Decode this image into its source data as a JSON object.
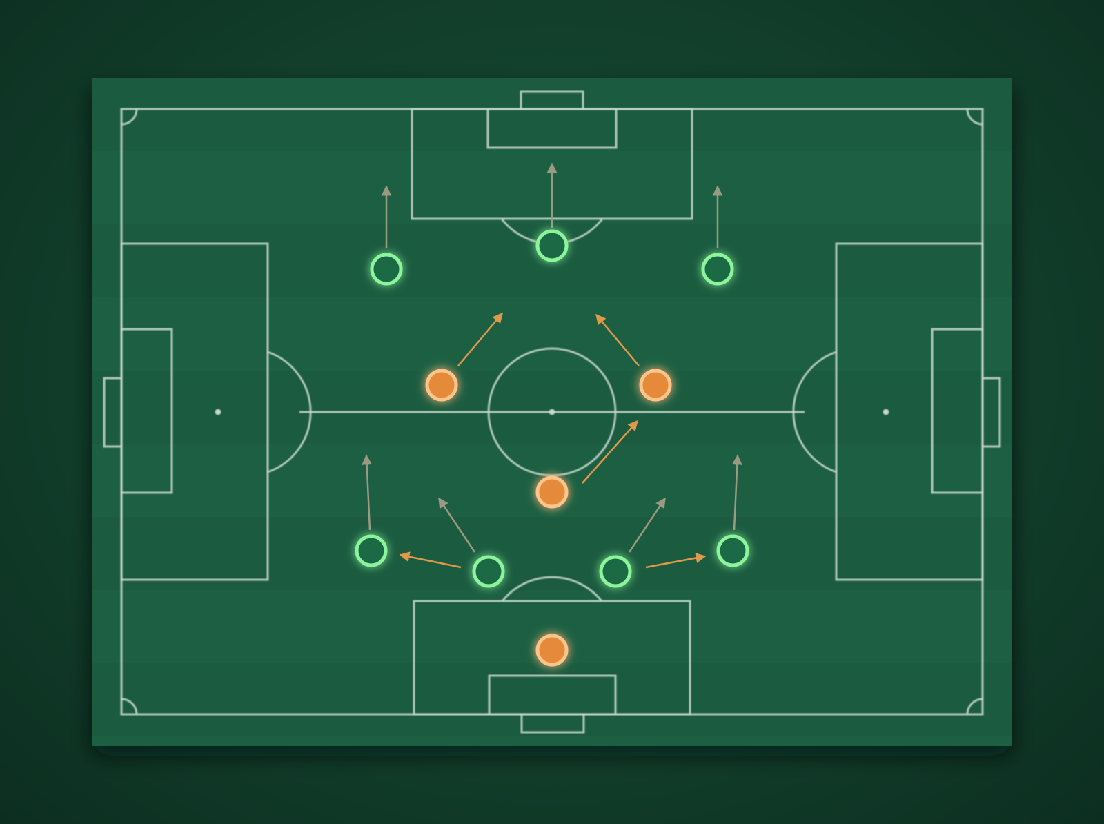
{
  "colors": {
    "background": "#123f2c",
    "pitch": "#1f5e43",
    "pitch_stripe_dark": "#1c5940",
    "lines": "#c9d9cf",
    "player_green": "#8cf59c",
    "player_green_glow": "#2fe05a",
    "player_orange": "#ffc48a",
    "player_orange_fill": "#e58a3a",
    "arrow_orange": "#e0984a",
    "arrow_gray": "#9a9a82"
  },
  "pitch": {
    "markings": [
      "touchline",
      "goal-line",
      "halfway-line",
      "centre-circle",
      "centre-spot",
      "penalty-area",
      "goal-area",
      "penalty-arc",
      "penalty-spot",
      "goal",
      "corner-arc"
    ]
  },
  "team_green": {
    "marker_style": "ring",
    "players": [
      "player-green-1",
      "player-green-2",
      "player-green-3",
      "player-green-4",
      "player-green-5",
      "player-green-6",
      "player-green-7"
    ]
  },
  "team_orange": {
    "marker_style": "filled",
    "players": [
      "player-orange-1",
      "player-orange-2",
      "player-orange-3",
      "player-orange-4"
    ]
  },
  "movement_arrows": {
    "colors_used": [
      "orange",
      "gray"
    ],
    "count": 12
  }
}
